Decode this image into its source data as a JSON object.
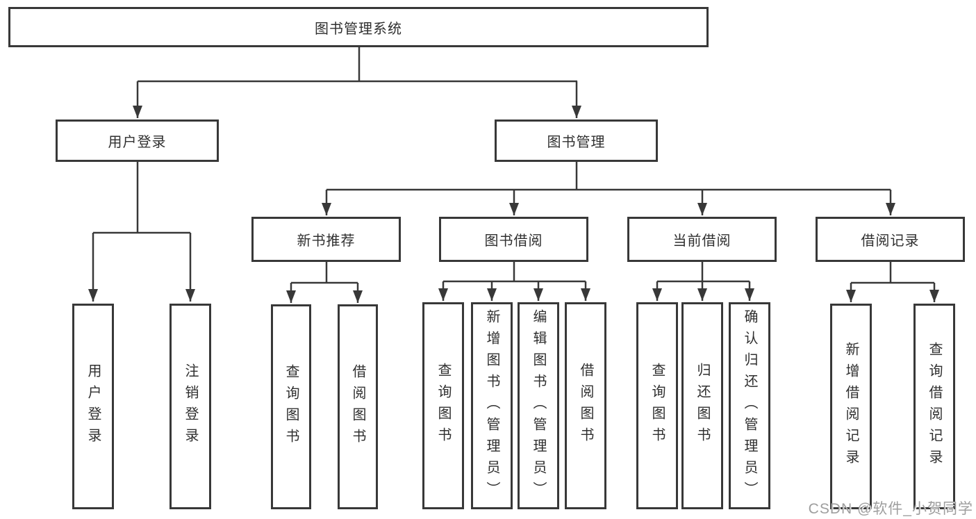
{
  "diagram": {
    "title": "图书管理系统",
    "nodes": {
      "root": {
        "label": "图书管理系统"
      },
      "level2": {
        "user_login_group": {
          "label": "用户登录"
        },
        "book_management": {
          "label": "图书管理"
        }
      },
      "level3": {
        "new_book_recommend": {
          "label": "新书推荐"
        },
        "book_borrow": {
          "label": "图书借阅"
        },
        "current_borrow": {
          "label": "当前借阅"
        },
        "borrow_records": {
          "label": "借阅记录"
        }
      },
      "leaves": {
        "user_login": "用户登录",
        "logout": "注销登录",
        "rec_query_books": "查询图书",
        "rec_borrow_books": "借阅图书",
        "bb_query_books": "查询图书",
        "bb_add_books": "新增图书（管理员）",
        "bb_edit_books": "编辑图书（管理员）",
        "bb_borrow_books": "借阅图书",
        "cb_query_books": "查询图书",
        "cb_return_books": "归还图书",
        "cb_confirm_return": "确认归还（管理员）",
        "br_add_record": "新增借阅记录",
        "br_query_record": "查询借阅记录"
      }
    },
    "colors": {
      "line": "#383838",
      "box_background": "#ffffff",
      "text": "#2f2f2f",
      "watermark": "#9e9e9e"
    }
  },
  "watermark": {
    "text": "CSDN @软件_小贺同学"
  }
}
